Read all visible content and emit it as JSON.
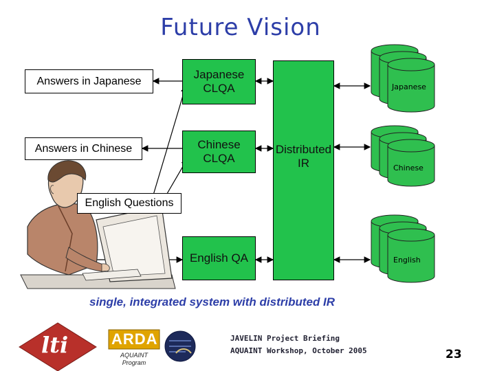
{
  "title": "Future Vision",
  "boxes": {
    "answers_japanese": "Answers in Japanese",
    "answers_chinese": "Answers in Chinese",
    "english_questions": "English Questions"
  },
  "modules": {
    "japanese_clqa": [
      "Japanese",
      "CLQA"
    ],
    "chinese_clqa": [
      "Chinese",
      "CLQA"
    ],
    "english_qa": "English QA",
    "distributed_ir": [
      "Distributed",
      "IR"
    ]
  },
  "databases": {
    "japanese": "Japanese",
    "chinese": "Chinese",
    "english": "English"
  },
  "caption": "single, integrated system with distributed IR",
  "footer": {
    "line1": "JAVELIN Project Briefing",
    "line2": "AQUAINT Workshop, October 2005",
    "page_number": "23"
  },
  "logos": {
    "lti": "lti",
    "arda": "ARDA",
    "aquaint_program": [
      "AQUAINT",
      "Program"
    ]
  },
  "colors": {
    "title_blue": "#2d3ea8",
    "module_green": "#22c24c",
    "db_green": "#2fbf4f",
    "lti_red": "#b8302a",
    "arda_gold": "#e0a400"
  }
}
